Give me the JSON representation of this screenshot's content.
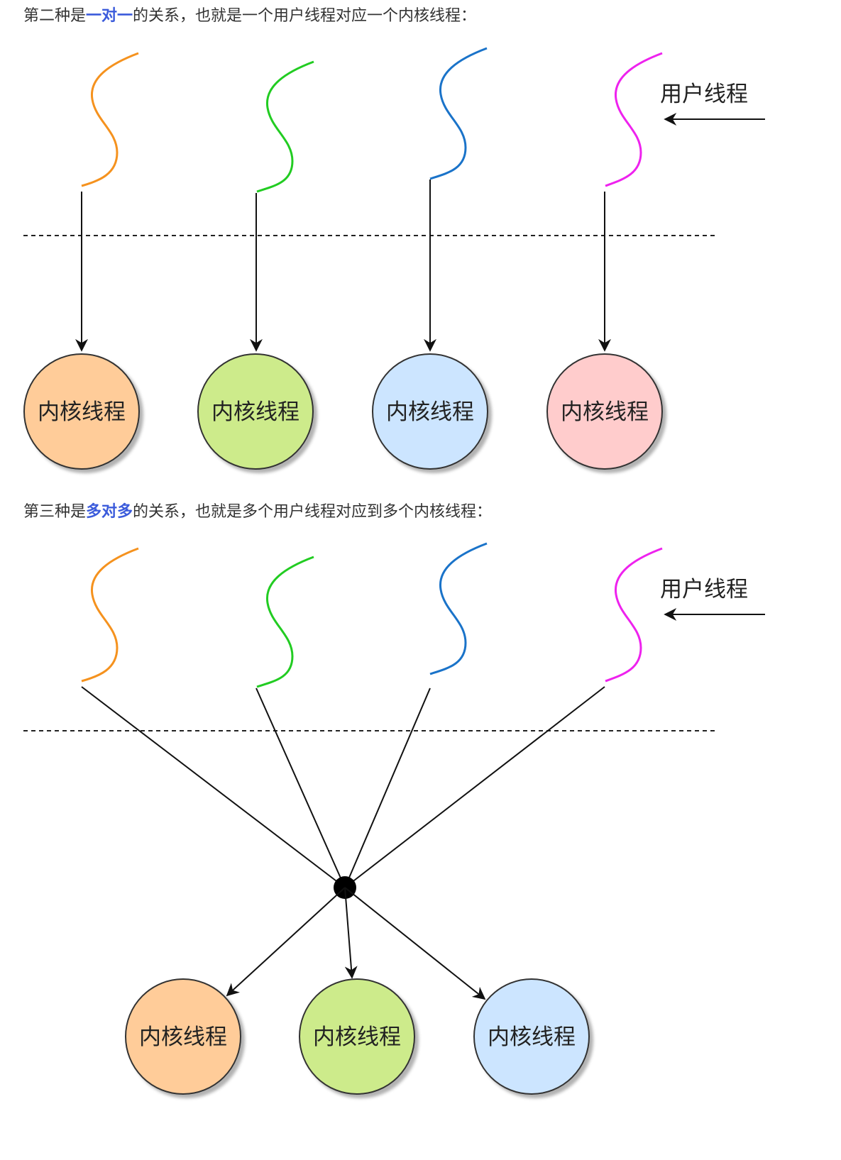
{
  "section_one_to_one": {
    "prefix": "第二种是",
    "highlight": "一对一",
    "suffix": "的关系，也就是一个用户线程对应一个内核线程：",
    "legend_label": "用户线程",
    "kernel_threads": [
      "内核线程",
      "内核线程",
      "内核线程",
      "内核线程"
    ]
  },
  "section_many_to_many": {
    "prefix": "第三种是",
    "highlight": "多对多",
    "suffix": "的关系，也就是多个用户线程对应到多个内核线程：",
    "legend_label": "用户线程",
    "kernel_threads": [
      "内核线程",
      "内核线程",
      "内核线程"
    ]
  },
  "colors": {
    "highlight_text": "#3b5bdb",
    "user_thread_orange": "#f5921e",
    "user_thread_green": "#22cc22",
    "user_thread_blue": "#1a73c9",
    "user_thread_magenta": "#ee22ee",
    "kernel_orange_fill": "#ffcc99",
    "kernel_green_fill": "#cdeb8b",
    "kernel_blue_fill": "#cce5ff",
    "kernel_pink_fill": "#ffcccc"
  }
}
